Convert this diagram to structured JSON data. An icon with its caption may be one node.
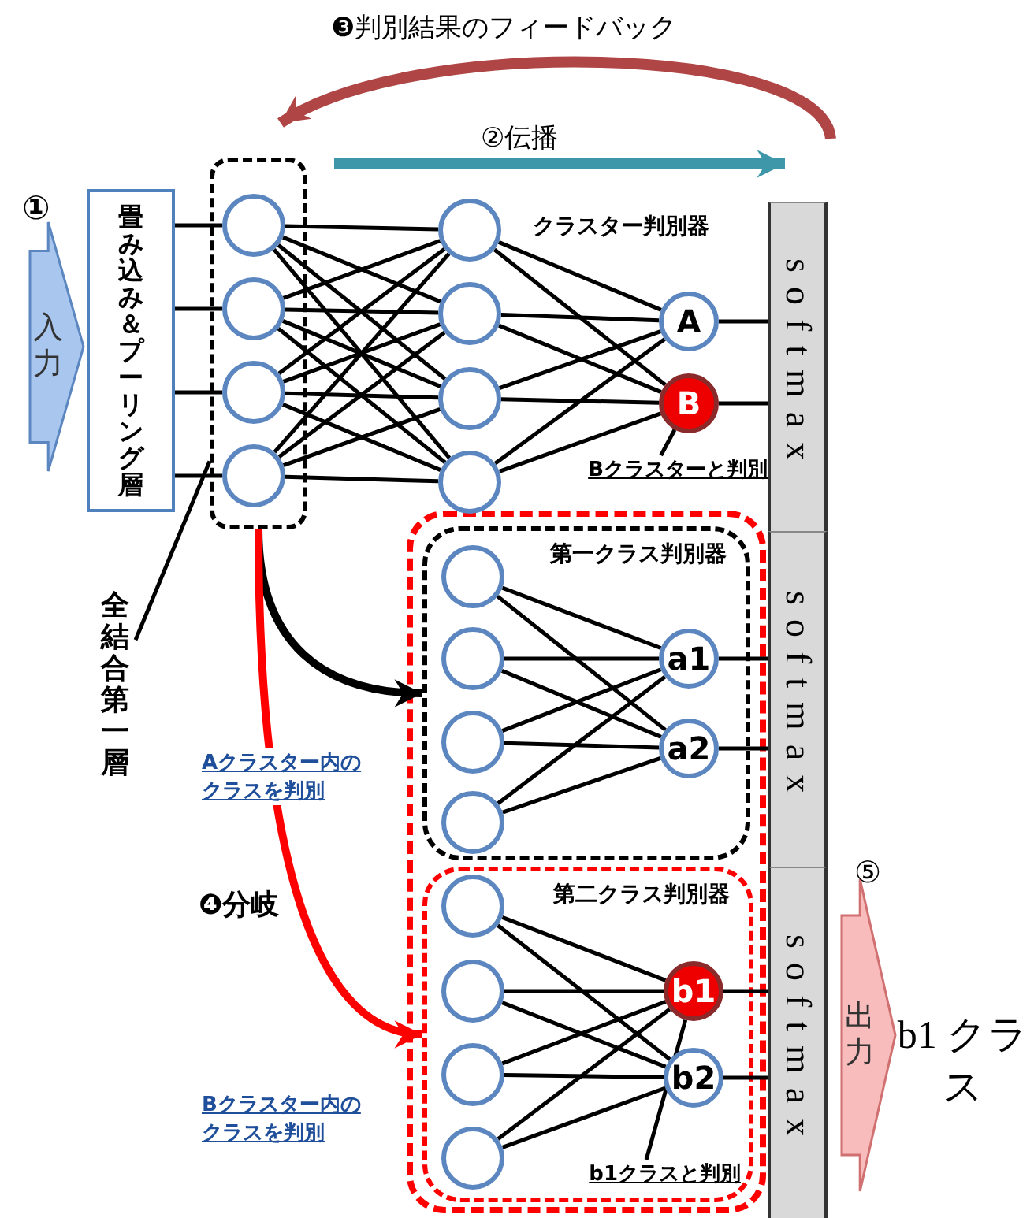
{
  "diagram": {
    "nodes": [
      {
        "text": [
          "入力"
        ]
      },
      {
        "text": [
          "畳み込み＆プーリング層"
        ]
      },
      {
        "text": [],
        "shape": "box"
      },
      {
        "text": [],
        "shape": "circle",
        "in": 2
      },
      {
        "text": [],
        "shape": "circle",
        "in": 2
      },
      {
        "text": [],
        "shape": "circle",
        "in": 2
      },
      {
        "text": [],
        "shape": "circle",
        "in": 2
      },
      {
        "text": [],
        "shape": "circle"
      },
      {
        "text": [],
        "shape": "circle"
      },
      {
        "text": [],
        "shape": "circle"
      },
      {
        "text": [],
        "shape": "circle"
      },
      {
        "text": [
          "A"
        ]
      },
      {
        "text": [
          "B"
        ]
      },
      {
        "text": [
          "softmax"
        ]
      },
      {
        "text": [
          "Bクラスターと判別"
        ]
      },
      {
        "text": [
          "全結合第一層"
        ]
      },
      {
        "text": [],
        "shape": "box"
      },
      {
        "text": [
          "第一クラス判別器"
        ],
        "in": 16
      },
      {
        "text": [],
        "shape": "circle",
        "in": 17
      },
      {
        "text": [],
        "shape": "circle",
        "in": 17
      },
      {
        "text": [],
        "shape": "circle",
        "in": 17
      },
      {
        "text": [],
        "shape": "circle",
        "in": 17
      },
      {
        "text": [
          "a1"
        ],
        "in": 17
      },
      {
        "text": [
          "a2"
        ],
        "in": 17
      },
      {
        "text": [
          "softmax"
        ]
      },
      {
        "text": [
          "第二クラス判別器"
        ],
        "in": 16
      },
      {
        "text": [],
        "shape": "circle",
        "in": 25
      },
      {
        "text": [],
        "shape": "circle",
        "in": 25
      },
      {
        "text": [],
        "shape": "circle",
        "in": 25
      },
      {
        "text": [],
        "shape": "circle",
        "in": 25
      },
      {
        "text": [
          "b1"
        ],
        "in": 25
      },
      {
        "text": [
          "b2"
        ],
        "in": 25
      },
      {
        "text": [
          "b1クラスと判別"
        ],
        "in": 25
      },
      {
        "text": [
          "softmax"
        ]
      },
      {
        "text": [
          "出力"
        ]
      }
    ],
    "edges": [
      {
        "from": 1,
        "to": 3,
        "arrow": "none"
      },
      {
        "from": 1,
        "to": 4,
        "arrow": "none"
      },
      {
        "from": 1,
        "to": 5,
        "arrow": "none"
      },
      {
        "from": 1,
        "to": 6,
        "arrow": "none"
      },
      {
        "from": 3,
        "to": 7,
        "arrow": "none"
      },
      {
        "from": 3,
        "to": 8,
        "arrow": "none"
      },
      {
        "from": 3,
        "to": 9,
        "arrow": "none"
      },
      {
        "from": 3,
        "to": 10,
        "arrow": "none"
      },
      {
        "from": 4,
        "to": 7,
        "arrow": "none"
      },
      {
        "from": 4,
        "to": 8,
        "arrow": "none"
      },
      {
        "from": 4,
        "to": 9,
        "arrow": "none"
      },
      {
        "from": 4,
        "to": 10,
        "arrow": "none"
      },
      {
        "from": 5,
        "to": 7,
        "arrow": "none"
      },
      {
        "from": 5,
        "to": 8,
        "arrow": "none"
      },
      {
        "from": 5,
        "to": 9,
        "arrow": "none"
      },
      {
        "from": 5,
        "to": 10,
        "arrow": "none"
      },
      {
        "from": 6,
        "to": 7,
        "arrow": "none"
      },
      {
        "from": 6,
        "to": 8,
        "arrow": "none"
      },
      {
        "from": 6,
        "to": 9,
        "arrow": "none"
      },
      {
        "from": 6,
        "to": 10,
        "arrow": "none"
      },
      {
        "from": 7,
        "to": 11,
        "arrow": "none"
      },
      {
        "from": 7,
        "to": 12,
        "arrow": "none"
      },
      {
        "from": 8,
        "to": 11,
        "arrow": "none"
      },
      {
        "from": 8,
        "to": 12,
        "arrow": "none"
      },
      {
        "from": 9,
        "to": 11,
        "arrow": "none"
      },
      {
        "from": 9,
        "to": 12,
        "arrow": "none"
      },
      {
        "from": 10,
        "to": 11,
        "arrow": "none"
      },
      {
        "from": 10,
        "to": 12,
        "arrow": "none"
      },
      {
        "from": 11,
        "to": 13,
        "arrow": "none"
      },
      {
        "from": 12,
        "to": 13,
        "arrow": "none"
      },
      {
        "from": 14,
        "to": 12,
        "arrow": "none"
      },
      {
        "from": 15,
        "to": 2,
        "arrow": "none"
      },
      {
        "from": 2,
        "to": 17,
        "arrow": "to",
        "style": "thick"
      },
      {
        "from": 2,
        "to": 25,
        "arrow": "to",
        "style": "thick",
        "color": "#ff0000"
      },
      {
        "from": 18,
        "to": 22,
        "arrow": "none"
      },
      {
        "from": 18,
        "to": 23,
        "arrow": "none"
      },
      {
        "from": 19,
        "to": 22,
        "arrow": "none"
      },
      {
        "from": 19,
        "to": 23,
        "arrow": "none"
      },
      {
        "from": 20,
        "to": 22,
        "arrow": "none"
      },
      {
        "from": 20,
        "to": 23,
        "arrow": "none"
      },
      {
        "from": 21,
        "to": 22,
        "arrow": "none"
      },
      {
        "from": 21,
        "to": 23,
        "arrow": "none"
      },
      {
        "from": 22,
        "to": 24,
        "arrow": "none"
      },
      {
        "from": 23,
        "to": 24,
        "arrow": "none"
      },
      {
        "from": 26,
        "to": 30,
        "arrow": "none"
      },
      {
        "from": 26,
        "to": 31,
        "arrow": "none"
      },
      {
        "from": 27,
        "to": 30,
        "arrow": "none"
      },
      {
        "from": 27,
        "to": 31,
        "arrow": "none"
      },
      {
        "from": 28,
        "to": 30,
        "arrow": "none"
      },
      {
        "from": 28,
        "to": 31,
        "arrow": "none"
      },
      {
        "from": 29,
        "to": 30,
        "arrow": "none"
      },
      {
        "from": 29,
        "to": 31,
        "arrow": "none"
      },
      {
        "from": 30,
        "to": 33,
        "arrow": "none"
      },
      {
        "from": 31,
        "to": 33,
        "arrow": "none"
      },
      {
        "from": 32,
        "to": 30,
        "arrow": "none"
      }
    ],
    "labels": [
      "❸判別結果のフィードバック",
      "②伝播",
      "①",
      "クラスター判別器",
      "Aクラスター内のクラスを判別",
      "❹分岐",
      "Bクラスター内のクラスを判別",
      "⑤",
      "b1 クラス"
    ]
  }
}
